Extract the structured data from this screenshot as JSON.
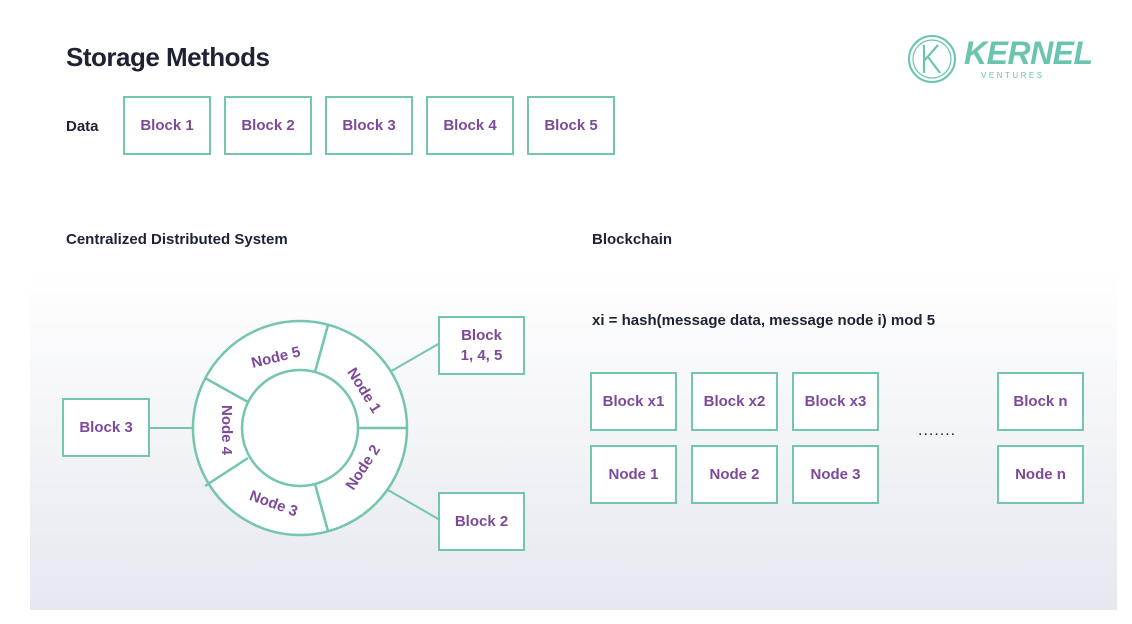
{
  "title": "Storage Methods",
  "logo": {
    "word": "KERNEL",
    "sub": "VENTURES"
  },
  "data_row": {
    "label": "Data",
    "blocks": [
      "Block 1",
      "Block 2",
      "Block 3",
      "Block 4",
      "Block 5"
    ]
  },
  "centralized": {
    "heading": "Centralized Distributed System",
    "nodes": [
      "Node 1",
      "Node 2",
      "Node 3",
      "Node 4",
      "Node 5"
    ],
    "block_top": [
      "Block",
      "1, 4, 5"
    ],
    "block_left": "Block 3",
    "block_bottom": "Block 2"
  },
  "blockchain": {
    "heading": "Blockchain",
    "formula": "xi = hash(message data, message node i) mod 5",
    "blocks": [
      "Block x1",
      "Block x2",
      "Block x3",
      "Block n"
    ],
    "nodes": [
      "Node 1",
      "Node 2",
      "Node 3",
      "Node n"
    ],
    "ellipsis": "......."
  },
  "colors": {
    "accent": "#73c5ad",
    "label": "#7d4a9a",
    "text": "#1f2233"
  }
}
